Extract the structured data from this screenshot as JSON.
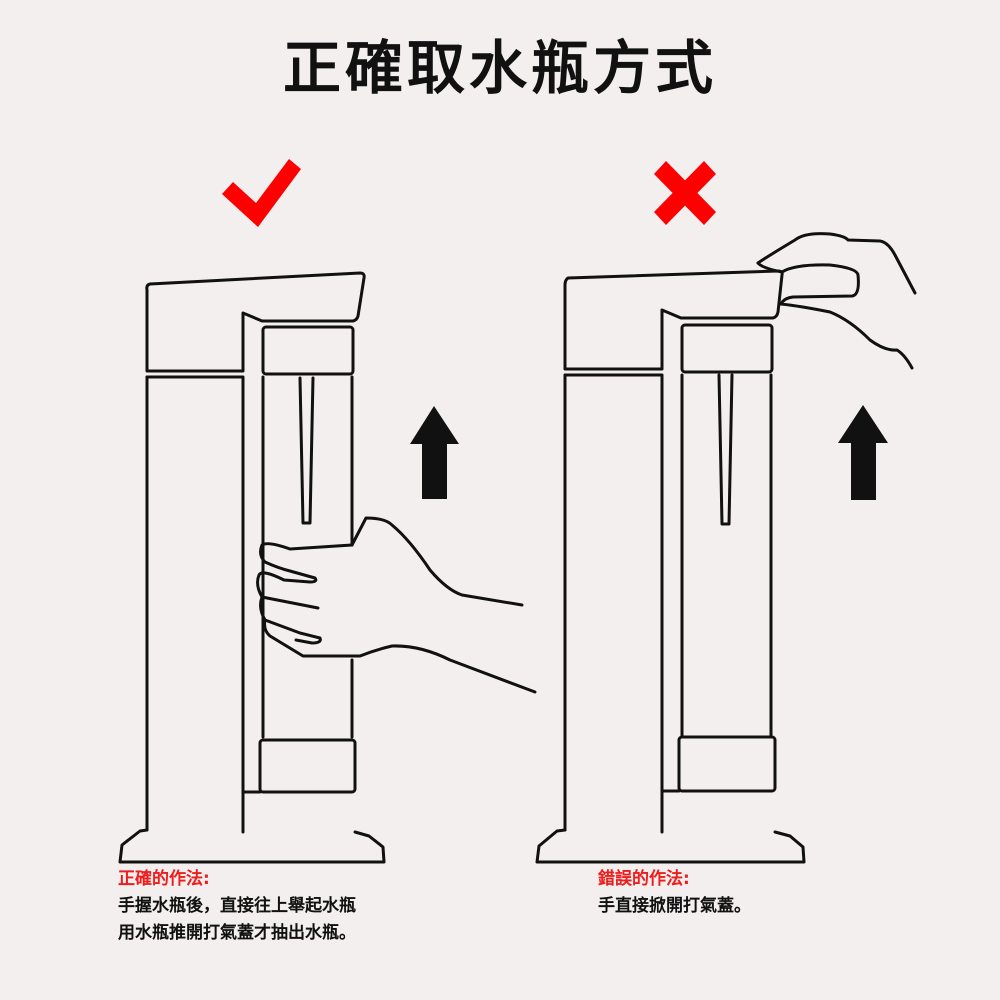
{
  "title": "正確取水瓶方式",
  "colors": {
    "background": "#f2efee",
    "accent_red": "#ff0000",
    "line": "#111111"
  },
  "panels": [
    {
      "id": "correct",
      "mark_icon": "check-icon",
      "mark_color": "#ff0000",
      "arrow_icon": "arrow-up-icon",
      "caption_heading": "正確的作法:",
      "caption_lines": [
        "手握水瓶後，直接往上舉起水瓶",
        "用水瓶推開打氣蓋才抽出水瓶。"
      ]
    },
    {
      "id": "wrong",
      "mark_icon": "cross-icon",
      "mark_color": "#ff0000",
      "arrow_icon": "arrow-up-icon",
      "caption_heading": "錯誤的作法:",
      "caption_lines": [
        "手直接掀開打氣蓋。"
      ]
    }
  ]
}
